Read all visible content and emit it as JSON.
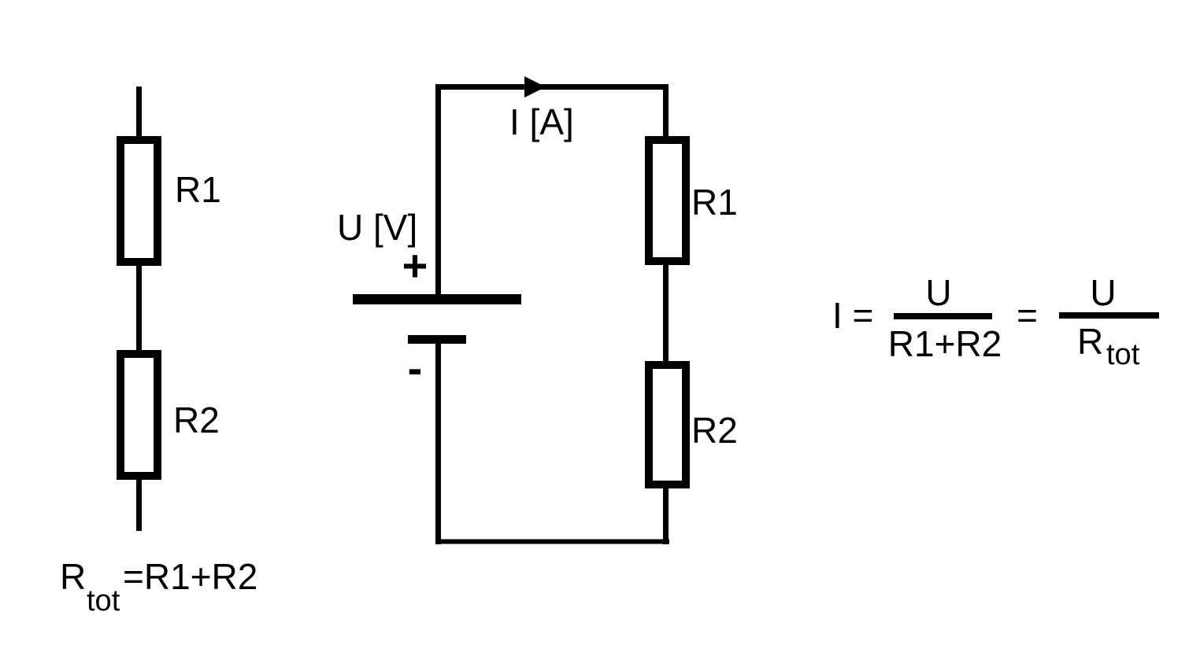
{
  "colors": {
    "ink": "#000000",
    "background": "#ffffff"
  },
  "left_symbol": {
    "r1_label": "R1",
    "r2_label": "R2",
    "equation": {
      "base": "R",
      "subscript": "tot",
      "rhs": "=R1+R2"
    }
  },
  "circuit": {
    "current_label": "I [A]",
    "voltage_label": "U [V]",
    "plus_sign": "+",
    "minus_sign": "-",
    "r1_label": "R1",
    "r2_label": "R2"
  },
  "formula": {
    "lhs": "I =",
    "frac1_numerator": "U",
    "frac1_denominator": "R1+R2",
    "equals": "=",
    "frac2_numerator": "U",
    "frac2_denominator_base": "R",
    "frac2_denominator_subscript": "tot"
  }
}
